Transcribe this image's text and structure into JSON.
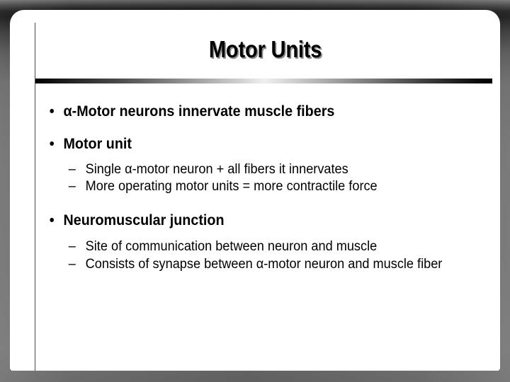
{
  "slide": {
    "title": "Motor Units",
    "bullet_marker": "•",
    "dash_marker": "–",
    "alpha_symbol": "α",
    "colors": {
      "frame_dark": "#0d0d0d",
      "frame_gray": "#6b6b6b",
      "panel": "#ffffff",
      "text": "#000000",
      "rule_highlight": "#efefef",
      "vrule": "#4a4a4a"
    },
    "content": [
      {
        "level": 1,
        "text": "α-Motor neurons innervate muscle fibers"
      },
      {
        "level": 1,
        "text": "Motor unit"
      },
      {
        "level": 2,
        "text": "Single α-motor neuron + all fibers it innervates"
      },
      {
        "level": 2,
        "text": "More operating motor units = more contractile force"
      },
      {
        "level": 1,
        "text": "Neuromuscular junction"
      },
      {
        "level": 2,
        "text": "Site of communication between neuron and muscle"
      },
      {
        "level": 2,
        "text": "Consists of synapse between α-motor neuron and muscle fiber"
      }
    ]
  }
}
